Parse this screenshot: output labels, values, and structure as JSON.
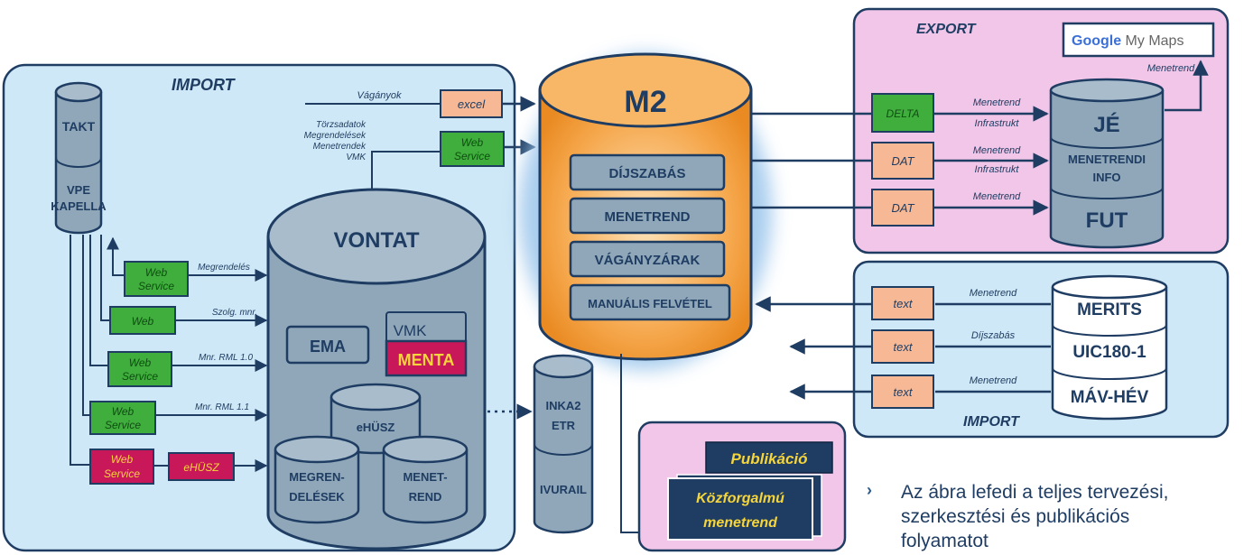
{
  "import_left": {
    "title": "IMPORT",
    "takt": "TAKT",
    "vpe_line1": "VPE",
    "vpe_line2": "KAPELLA",
    "vagonyok_label": "Vágányok",
    "excel": "excel",
    "torzs_lines": [
      "Törzsadatok",
      "Megrendelések",
      "Menetrendek",
      "VMK"
    ],
    "ws_top": [
      "Web",
      "Service"
    ],
    "ws_rows": [
      {
        "box": [
          "Web",
          "Service"
        ],
        "label": "Megrendelés"
      },
      {
        "box": [
          "Web"
        ],
        "label": "Szolg. mnr."
      },
      {
        "box": [
          "Web",
          "Service"
        ],
        "label": "Mnr. RML 1.0"
      },
      {
        "box": [
          "Web",
          "Service"
        ],
        "label": "Mnr. RML 1.1"
      }
    ],
    "ws_red": [
      "Web",
      "Service"
    ],
    "ehusz_red": "eHÜSZ"
  },
  "vontat": {
    "title": "VONTAT",
    "ema": "EMA",
    "vmk": "VMK",
    "menta": "MENTA",
    "ehusz": "eHÜSZ",
    "megrend": [
      "MEGREN-",
      "DELÉSEK"
    ],
    "menet": [
      "MENET-",
      "REND"
    ]
  },
  "inkaz": {
    "line1": "INKA2",
    "line2": "ETR",
    "ivurail": "IVURAIL"
  },
  "m2": {
    "title": "M2",
    "modules": [
      "DÍJSZABÁS",
      "MENETREND",
      "VÁGÁNYZÁRAK",
      "MANUÁLIS FELVÉTEL"
    ]
  },
  "export": {
    "title": "EXPORT",
    "google_word": "Google",
    "my_maps": " My Maps",
    "menetrend_up": "Menetrend",
    "rows": [
      {
        "box": "DELTA",
        "label1": "Menetrend",
        "label2": "Infrastrukt"
      },
      {
        "box": "DAT",
        "label1": "Menetrend",
        "label2": "Infrastrukt"
      },
      {
        "box": "DAT",
        "label1": "Menetrend",
        "label2": ""
      }
    ],
    "je": "JÉ",
    "menetrendi": [
      "MENETRENDI",
      "INFO"
    ],
    "fut": "FUT"
  },
  "import_right": {
    "title": "IMPORT",
    "rows": [
      {
        "box": "text",
        "label": "Menetrend",
        "target": "MERITS"
      },
      {
        "box": "text",
        "label": "Díjszabás",
        "target": "UIC180-1"
      },
      {
        "box": "text",
        "label": "Menetrend",
        "target": "MÁV-HÉV"
      }
    ]
  },
  "publikacio": {
    "back": "Publikáció",
    "front": [
      "Közforgalmú",
      "menetrend"
    ]
  },
  "note": {
    "lines": [
      "Az ábra lefedi a teljes tervezési,",
      "szerkesztési és publikációs",
      "folyamatot"
    ]
  },
  "colors": {
    "import_bg": "#cfe8f7",
    "export_bg": "#f2c6e8",
    "cyl_grey": "#8fa7b9",
    "navy": "#1f3d63",
    "m2_orange": "#f5a64a",
    "green": "#3fae3c",
    "salmon": "#f7b995",
    "crimson": "#c8185a"
  }
}
